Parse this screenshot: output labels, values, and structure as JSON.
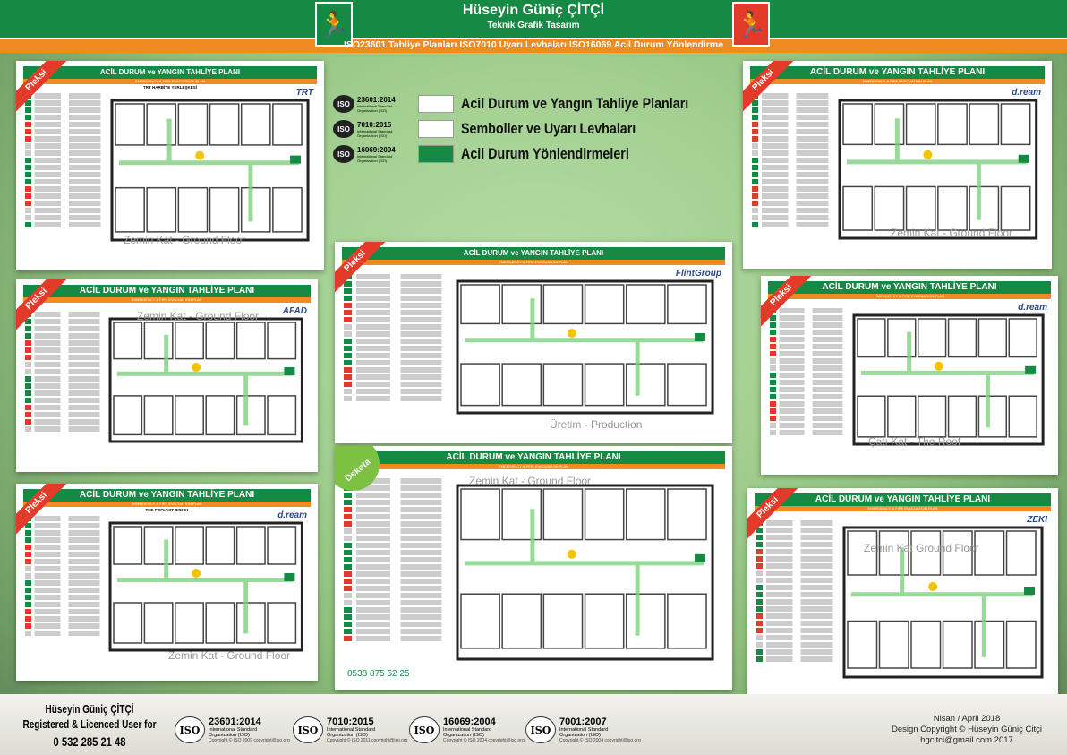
{
  "header": {
    "title": "Hüseyin Güniç ÇİTÇİ",
    "subtitle": "Teknik Grafik Tasarım",
    "strip": "ISO23601 Tahliye Planları ISO7010 Uyarı Levhaları ISO16069 Acil Durum Yönlendirme"
  },
  "center_list": [
    {
      "iso": "23601:2014",
      "org": "International Standard Organization (ISO)",
      "label": "Acil Durum ve Yangın Tahliye Planları"
    },
    {
      "iso": "7010:2015",
      "org": "International Standard Organization (ISO)",
      "label": "Semboller ve Uyarı Levhaları"
    },
    {
      "iso": "16069:2004",
      "org": "International Standard Organization (ISO)",
      "label": "Acil Durum Yönlendirmeleri"
    }
  ],
  "plan_title": "ACİL DURUM ve YANGIN TAHLİYE PLANI",
  "plan_subtitle": "EMERGENCY & FIRE EVACUATION PLAN",
  "panels": [
    {
      "ribbon": "Pleksi",
      "brand": "TRT",
      "sub": "TRT HARBİYE YERLEŞKESİ",
      "floor": "Zemin Kat - Ground Floor"
    },
    {
      "ribbon": "Pleksi",
      "brand": "AFAD",
      "sub": "",
      "floor": "Zemin Kat - Ground Floor"
    },
    {
      "ribbon": "Pleksi",
      "brand": "d.ream",
      "sub": "THE POPLAST BISKIK",
      "floor": "Zemin Kat - Ground Floor"
    },
    {
      "ribbon": "Pleksi",
      "brand": "FlintGroup",
      "sub": "",
      "floor": "Üretim - Production"
    },
    {
      "ribbon": "Dekota",
      "brand": "",
      "sub": "",
      "floor": "Zemin Kat - Ground Floor",
      "phone": "0538 875 62 25"
    },
    {
      "ribbon": "Pleksi",
      "brand": "d.ream",
      "sub": "",
      "floor": "Zemin Kat - Ground Floor"
    },
    {
      "ribbon": "Pleksi",
      "brand": "d.ream",
      "sub": "",
      "floor": "Çatı Kat - The Roof"
    },
    {
      "ribbon": "Pleksi",
      "brand": "ZEKI",
      "sub": "",
      "floor": "Zemin Kat Ground Floor"
    }
  ],
  "footer": {
    "name": "Hüseyin Güniç ÇİTÇİ",
    "licence": "Registered & Licenced User for",
    "phone": "0 532 285 21 48",
    "isos": [
      {
        "code": "23601:2014",
        "org": "International Standard Organization (ISO)",
        "copy": "Copyright © ISO 2009 copyright@iso.org"
      },
      {
        "code": "7010:2015",
        "org": "International Standard Organization (ISO)",
        "copy": "Copyright © ISO 2011 copyright@iso.org"
      },
      {
        "code": "16069:2004",
        "org": "International Standard Organization (ISO)",
        "copy": "Copyright © ISO 2004 copyright@iso.org"
      },
      {
        "code": "7001:2007",
        "org": "International Standard Organization (ISO)",
        "copy": "Copyright © ISO 2004 copyright@iso.org"
      }
    ],
    "date": "Nisan / April 2018",
    "copyright": "Design Copyright © Hüseyin Güniç Çitçi",
    "email": "hgcitci@gmail.com 2017"
  },
  "iso_logo": "ISO",
  "colors": {
    "green": "#168a44",
    "orange": "#f18a21",
    "red": "#e33b2a"
  }
}
